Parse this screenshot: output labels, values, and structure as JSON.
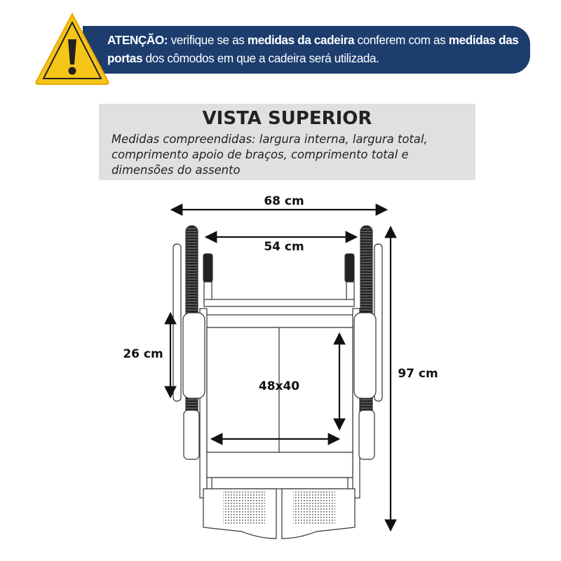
{
  "banner": {
    "alert_label": "ATENÇÃO:",
    "text_1": " verifique se as ",
    "bold_1": "medidas da cadeira",
    "text_2": " conferem com as ",
    "bold_2": "medidas das portas",
    "text_3": " dos cômodos em que a cadeira será utilizada.",
    "icon": "warning-icon",
    "colors": {
      "background": "#1c3d6e",
      "warning": "#f5c518"
    }
  },
  "header": {
    "title": "VISTA SUPERIOR",
    "subtitle": "Medidas compreendidas: largura interna, largura total, comprimento apoio de braços, comprimento total e dimensões do assento"
  },
  "dimensions": {
    "total_width": "68 cm",
    "internal_width": "54 cm",
    "armrest_length": "26 cm",
    "total_length": "97 cm",
    "seat": "48x40"
  }
}
